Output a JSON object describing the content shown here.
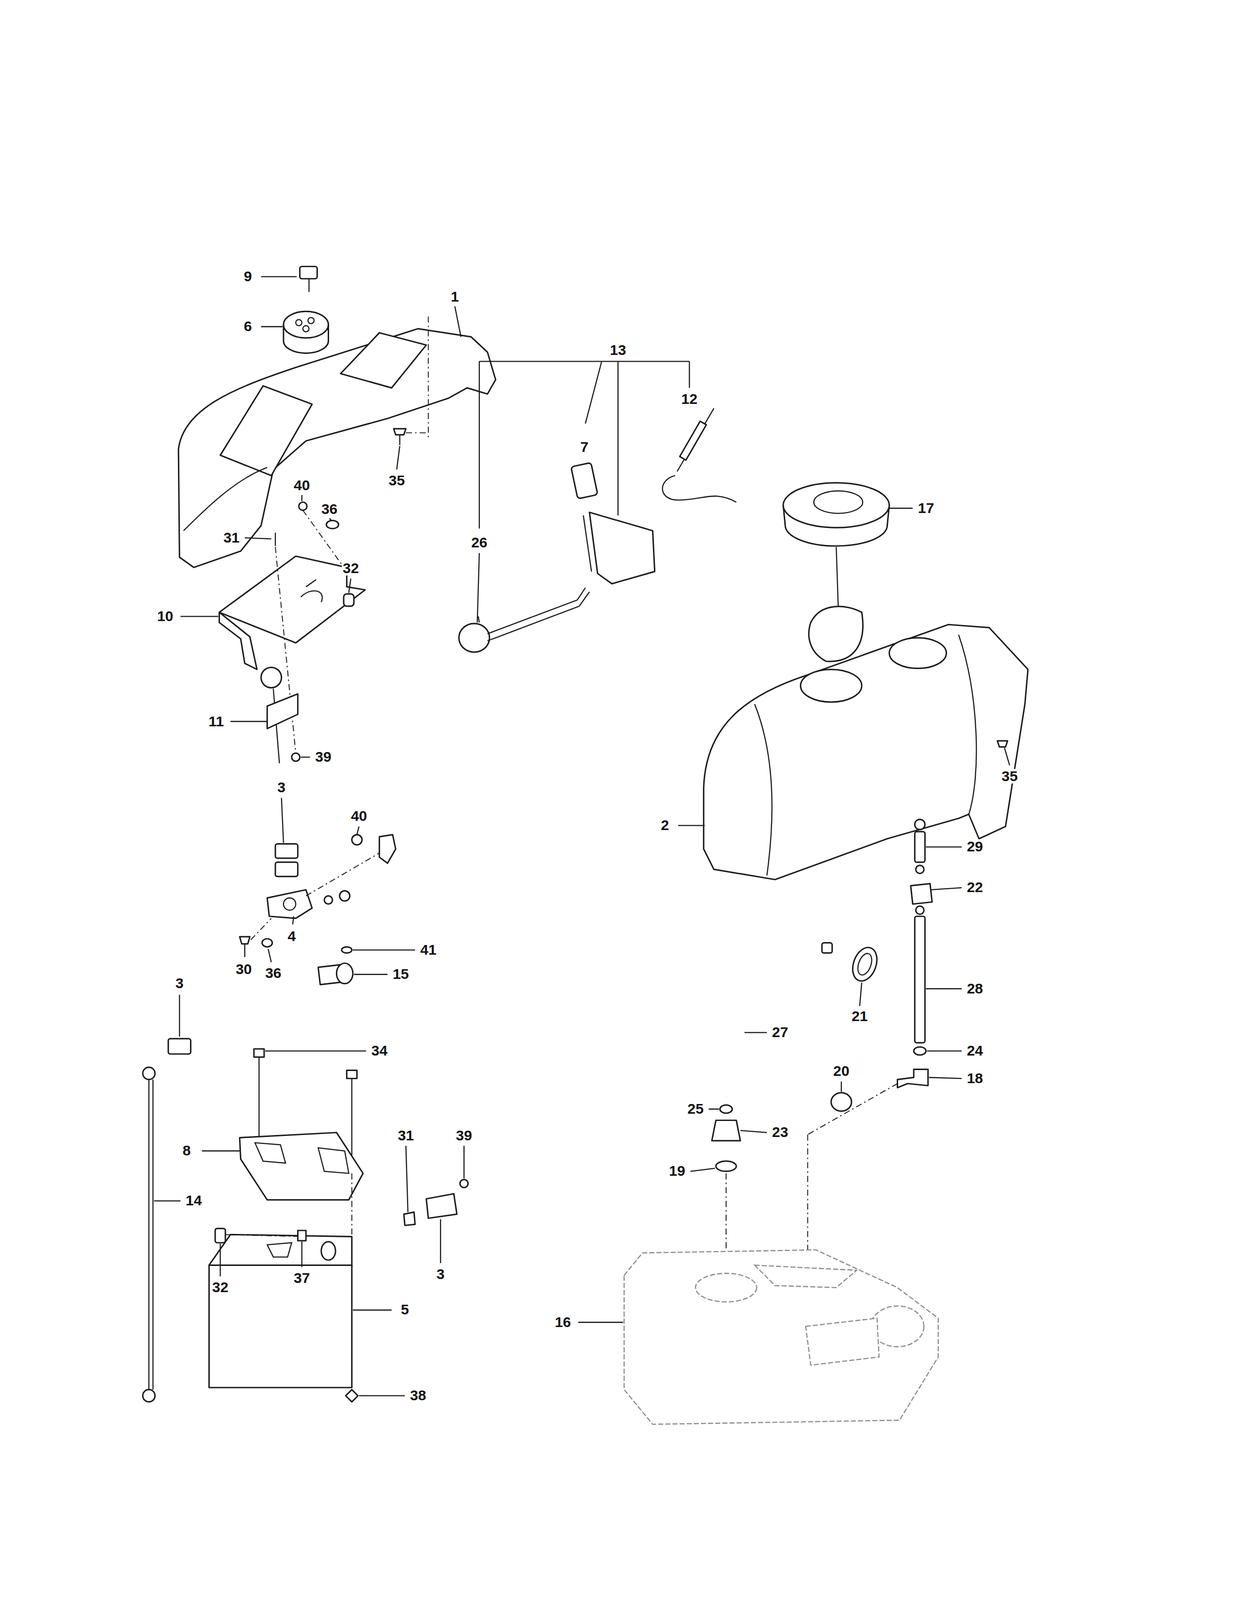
{
  "diagram": {
    "labels": [
      "9",
      "1",
      "6",
      "13",
      "12",
      "7",
      "17",
      "35",
      "40",
      "36",
      "26",
      "31",
      "32",
      "10",
      "11",
      "39",
      "35",
      "3",
      "40",
      "2",
      "29",
      "22",
      "41",
      "4",
      "30",
      "36",
      "15",
      "28",
      "21",
      "3",
      "34",
      "27",
      "24",
      "20",
      "18",
      "25",
      "23",
      "31",
      "39",
      "8",
      "19",
      "14",
      "37",
      "3",
      "32",
      "5",
      "16",
      "38"
    ]
  }
}
